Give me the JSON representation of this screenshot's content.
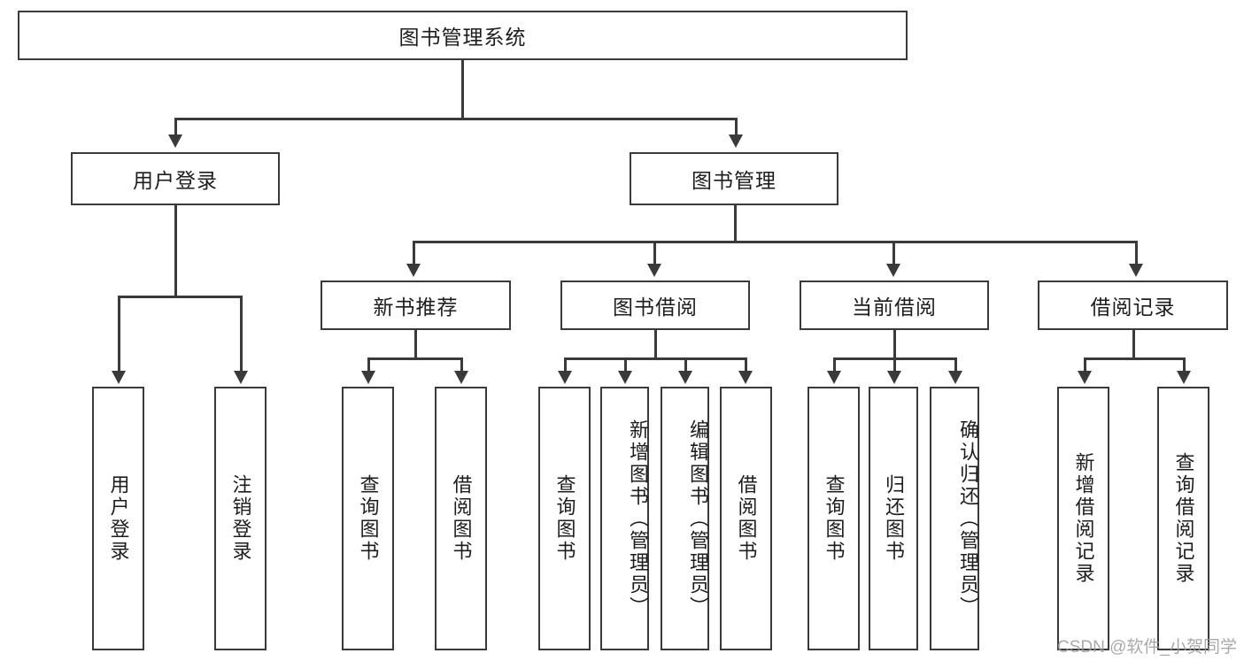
{
  "diagram": {
    "type": "tree-hierarchy-flowchart",
    "root": {
      "id": "root",
      "label": "图书管理系统"
    },
    "level2": [
      {
        "id": "user-login",
        "label": "用户登录"
      },
      {
        "id": "book-management",
        "label": "图书管理"
      }
    ],
    "level3": [
      {
        "id": "new-book-recommend",
        "label": "新书推荐",
        "parent": "book-management"
      },
      {
        "id": "book-borrow",
        "label": "图书借阅",
        "parent": "book-management"
      },
      {
        "id": "current-borrow",
        "label": "当前借阅",
        "parent": "book-management"
      },
      {
        "id": "borrow-record",
        "label": "借阅记录",
        "parent": "book-management"
      }
    ],
    "leaves": {
      "user-login": [
        {
          "id": "leaf-user-login",
          "label": "用户登录"
        },
        {
          "id": "leaf-logout-login",
          "label": "注销登录"
        }
      ],
      "new-book-recommend": [
        {
          "id": "leaf-query-book-1",
          "label": "查询图书"
        },
        {
          "id": "leaf-borrow-book-1",
          "label": "借阅图书"
        }
      ],
      "book-borrow": [
        {
          "id": "leaf-query-book-2",
          "label": "查询图书"
        },
        {
          "id": "leaf-add-book-admin",
          "label": "新增图书（管理员）"
        },
        {
          "id": "leaf-edit-book-admin",
          "label": "编辑图书（管理员）"
        },
        {
          "id": "leaf-borrow-book-2",
          "label": "借阅图书"
        }
      ],
      "current-borrow": [
        {
          "id": "leaf-query-book-3",
          "label": "查询图书"
        },
        {
          "id": "leaf-return-book",
          "label": "归还图书"
        },
        {
          "id": "leaf-confirm-return-admin",
          "label": "确认归还（管理员）"
        }
      ],
      "borrow-record": [
        {
          "id": "leaf-add-borrow-record",
          "label": "新增借阅记录"
        },
        {
          "id": "leaf-query-borrow-record",
          "label": "查询借阅记录"
        }
      ]
    }
  },
  "watermark": {
    "text": "CSDN @软件_小贺同学"
  },
  "colors": {
    "stroke": "#3a3a3a",
    "fill": "#ffffff",
    "text": "#1d1d1d",
    "watermark": "#9b9b9b"
  }
}
